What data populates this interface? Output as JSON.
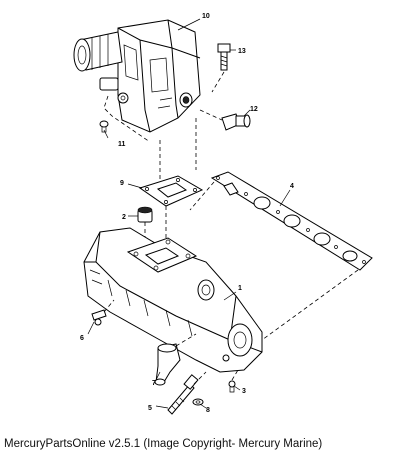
{
  "callouts": {
    "p1": "1",
    "p2": "2",
    "p3": "3",
    "p4": "4",
    "p5": "5",
    "p6": "6",
    "p7": "7",
    "p8": "8",
    "p9": "9",
    "p10": "10",
    "p11": "11",
    "p12": "12",
    "p13": "13"
  },
  "caption": "MercuryPartsOnline v2.5.1 (Image Copyright- Mercury Marine)"
}
